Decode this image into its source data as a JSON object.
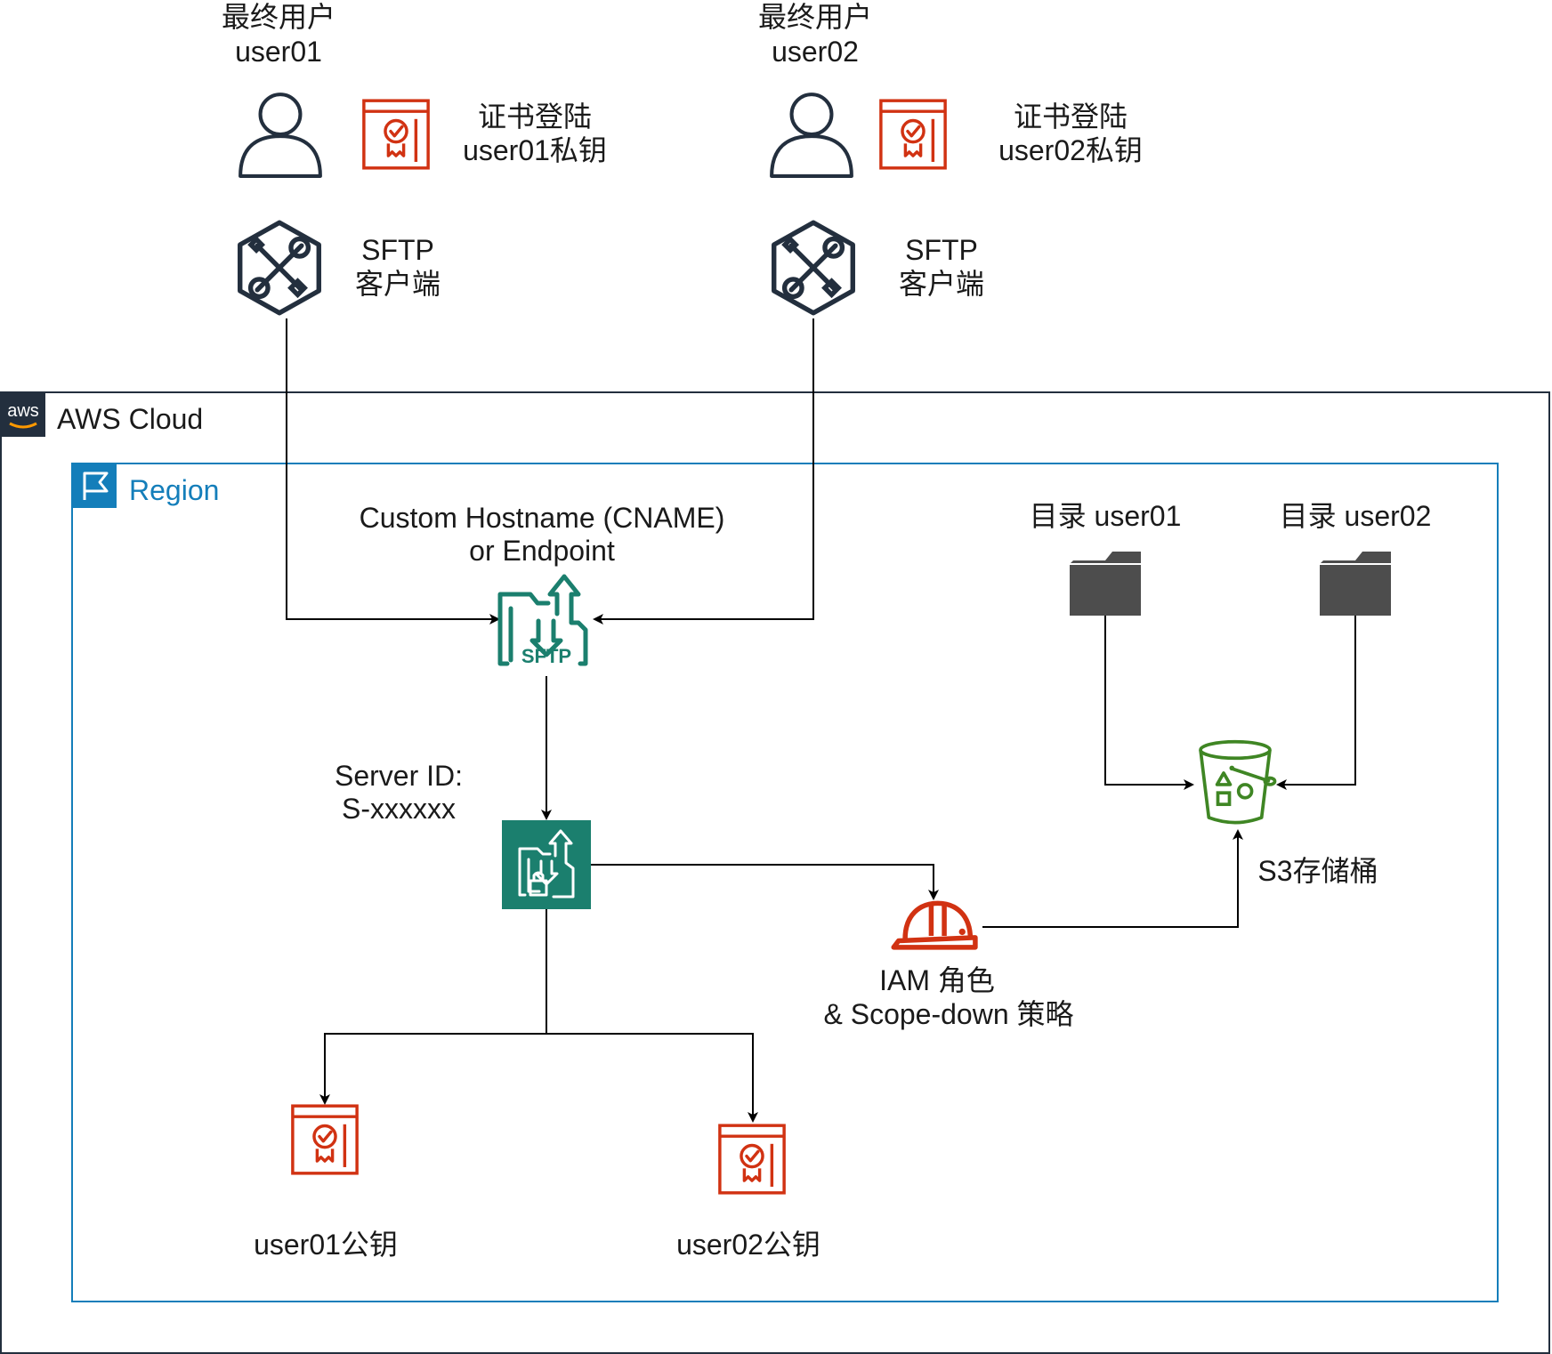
{
  "users": [
    {
      "title": "最终用户",
      "name": "user01",
      "cert_line1": "证书登陆",
      "cert_line2": "user01私钥",
      "client_line1": "SFTP",
      "client_line2": "客户端"
    },
    {
      "title": "最终用户",
      "name": "user02",
      "cert_line1": "证书登陆",
      "cert_line2": "user02私钥",
      "client_line1": "SFTP",
      "client_line2": "客户端"
    }
  ],
  "cloud": {
    "label": "AWS Cloud",
    "badge": "aws"
  },
  "region": {
    "label": "Region"
  },
  "endpoint": {
    "line1": "Custom Hostname (CNAME)",
    "line2": "or Endpoint",
    "icon_text": "SFTP"
  },
  "server": {
    "line1": "Server ID:",
    "line2": "S-xxxxxx"
  },
  "iam": {
    "line1": "IAM 角色",
    "line2": "& Scope-down 策略"
  },
  "bucket": {
    "label": "S3存储桶"
  },
  "folders": [
    {
      "label": "目录 user01"
    },
    {
      "label": "目录 user02"
    }
  ],
  "public_keys": [
    {
      "label": "user01公钥"
    },
    {
      "label": "user02公钥"
    }
  ],
  "colors": {
    "cert_red": "#D13212",
    "transfer_green": "#1B7F6E",
    "s3_green": "#3F8624",
    "region_blue": "#147EBA",
    "cloud_dark": "#232F3E",
    "folder_gray": "#4D4D4D",
    "user_outline": "#232F3E"
  },
  "icons": {
    "user": "user-icon",
    "certificate": "certificate-icon",
    "client": "sftp-client-tools-icon",
    "endpoint": "sftp-endpoint-icon",
    "server": "transfer-server-icon",
    "iam": "iam-role-helmet-icon",
    "bucket": "s3-bucket-icon",
    "folder": "folder-icon"
  }
}
